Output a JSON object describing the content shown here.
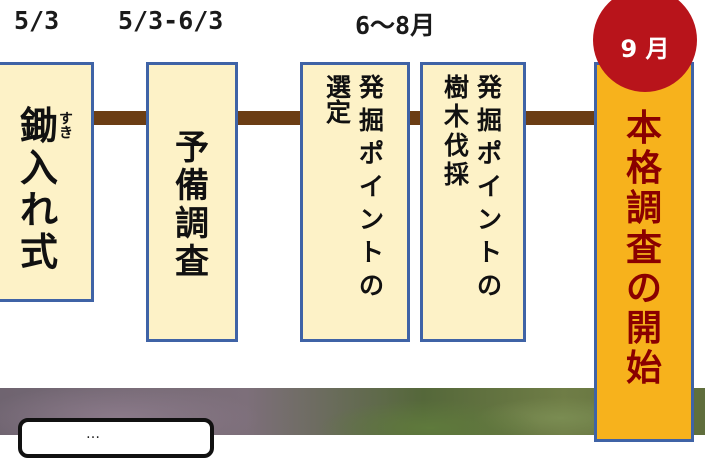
{
  "timeline": {
    "dates": [
      "5/3",
      "5/3-6/3",
      "6〜8月"
    ],
    "month_badge": "9 月",
    "steps": [
      {
        "ruby": "すき",
        "columns": [
          [
            "鋤",
            "入",
            "れ",
            "式"
          ]
        ]
      },
      {
        "columns": [
          [
            "予",
            "備",
            "調",
            "査"
          ]
        ]
      },
      {
        "columns": [
          [
            "発",
            "掘",
            "ポ",
            "イ",
            "ン",
            "ト",
            "の"
          ],
          [
            "選",
            "定"
          ]
        ]
      },
      {
        "columns": [
          [
            "発",
            "掘",
            "ポ",
            "イ",
            "ン",
            "ト",
            "の"
          ],
          [
            "樹",
            "木",
            "伐",
            "採"
          ]
        ]
      }
    ],
    "final_step": [
      "本",
      "格",
      "調",
      "査",
      "の",
      "開",
      "始"
    ]
  },
  "photo_caption": "…"
}
